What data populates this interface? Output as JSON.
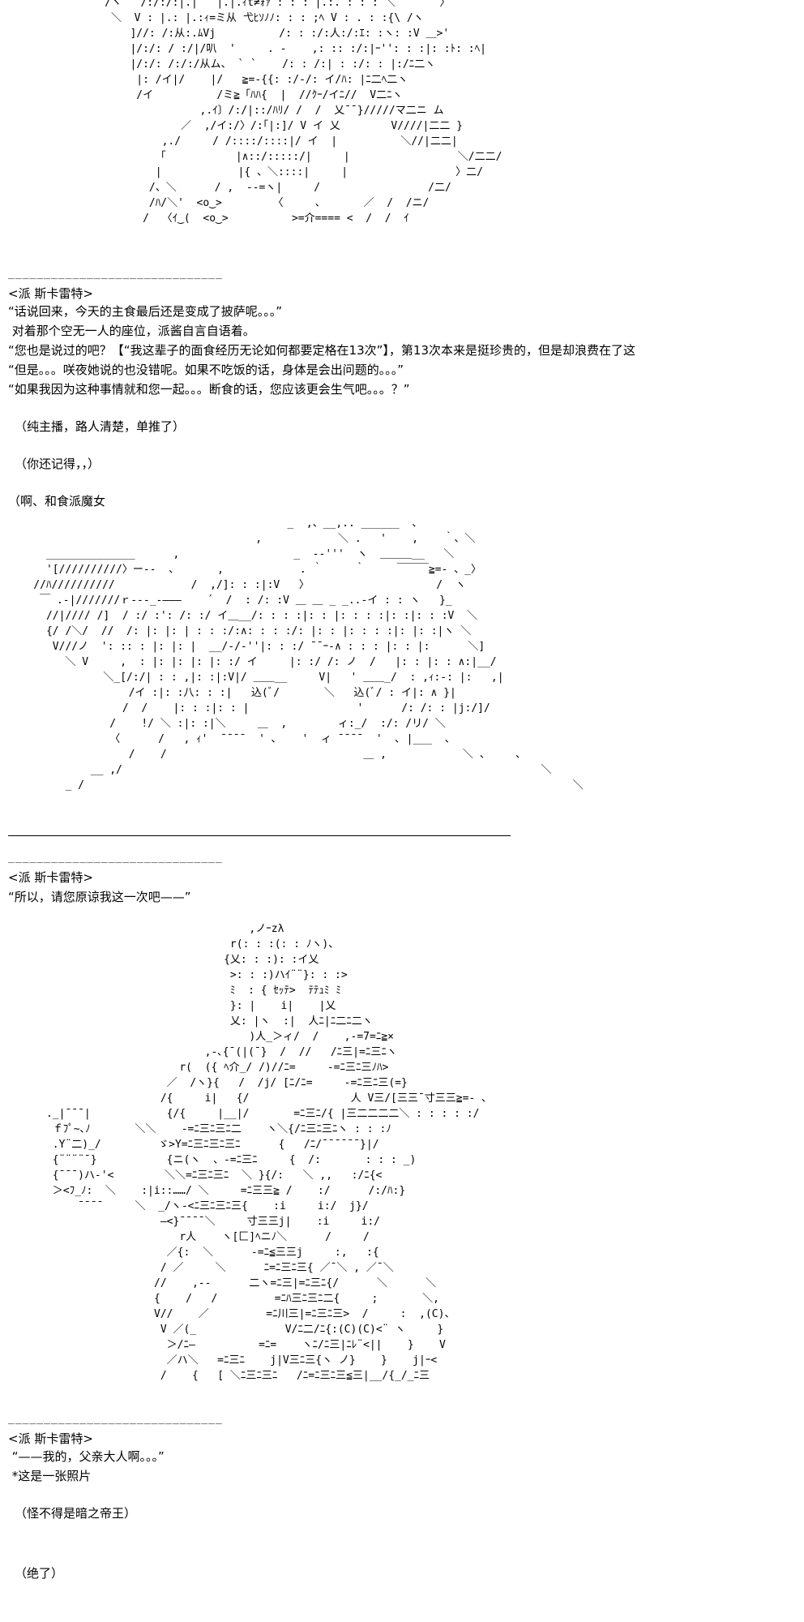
{
  "art": {
    "a1": "     /ヽ   /:/:/:|.|   |.|.ｨt≠ｫｧ : : : |.:. : : : ＼       〉\n      ＼  V : |.: |.:ｨ=ミ从 弋ﾋｿﾉﾉ: : : ;ﾍ V : . : :{\\ /ヽ\n         ]//: /:从:.ﾑVj          /: : :/:人:/:ｴ: :ヽ: :V ＿>'\n         |/:/: / :/|/叭  '     . -    ,: :: :/:|ｰ'': : :|: :ﾄ: :ﾍ|\n         |/:/: /:/:/从ム、 ` `    /: : /:| : :/: : |:/ﾆ二ヽ\n          |: /イ|/    |/   ≧=-{{: :/‐/: イ/ﾊ: |ﾆ二ﾍ二ヽ\n          /イ          /ミ≧「ﾊﾊ{  |  //ｸｰ/イﾆ//  V二ﾆヽ\n                    ,.ｲ〕/:/|::/ﾊﾘ/ /  /  乂¯¯}/////マ二ニ ム\n                 ／  ,/イ:/〉/:｢|:]/ V イ 乂        V////|二二 }\n              ,./     / /::::/::::|/ イ  |          ＼//|二二|\n             「           |∧::/:::::/|     |                 ＼/二二/\n             |            |{ 、＼::::|     |                 〉二/\n            /、＼      / ,  -‐=ヽ|     /                 /二/\n            /ﾊ/＼'  <o‿>        〈     、      ／  /  /ニ/\n           /  〈ｲ‿(  <o‿>          >=介==== <  /  /  ｲ",
    "a2": "                                            _  ,、__,.. ______  、\n                                       ,            ＼ .   '    ,    ｀、＼\n      ______________      ,                  _  -‐'''  ヽ  ＿＿＿__   ＼\n      '[//////////〉ー--  、      ,            . ｀     ｀     ￣￣￣≧=- 、_〉\n    //ﾊ//////////            /  ,/]: : :|:V   〉                    /  ヽ\n     ￣ .-|///////ｒ---_-―――    ´  /  : /: :V ＿ ＿ _ _..-イ : : ヽ   }_\n      //|//// /]  / :/ :': /: :/ イ＿__/: : : :|: : |: : : :|: :|: : :V  ＼\n      {/ /＼/  //  /: |: |: | : : :/:∧: : : :/: |: : |: : : :|: |: :|ヽ ＼\n       V///ノ  ': :: : |: |: |  __/-/-''|: : :/ ¯¯ｰ-∧ : : : |: : |:      ＼]\n         ＼ V     ,  : |: |: |: |: :/ イ     |: :/ /: ノ  /   |: : |: : ∧:|__/\n               ＼_[/:/| : : ,|: :|:V|/ ＿＿__     V|   ' ＿＿_/  : ,ｨ:-: |:   ,|\n                   /イ :|: :八: : :|   込(ﾞ/       ＼   込(ﾞ/ : イ|: ∧ }|\n                  /  /    |: : :|: : |                 '      /: /: : |j:/]/\n                /    !/ ＼ :|: :|＼     ＿  ,        ィ:_/  :/: /リ/ ＼\n                〈      /   , ｨ'  ¯¯¯¯  ' ､    '  ィ ¯¯¯¯  '  ､ |___  、\n                   /    /                               ＿ ,            ＼ 、    、\n             __ ,/                                                                  ＼\n         _ /                                                                             ＼",
    "a3": "                                      ,ノｰzλ\n                                   r(: : :(: : ﾉヽ)、\n                                  {乂: : :): :イ乂\n                                   >: : :)ハｲ¨¨}: : :>\n                                   ﾐ  : { ｾｯﾃ>  ﾃﾃｭﾐ ﾐ\n                                   }: |    i|    |乂\n                                   乂: |ヽ  :|  人ﾆ|ﾆ二ﾆ二ヽ\n                                      )人_＞ィ/  /    ,-=7=ﾆ≧×\n                               ,-､{¯(|(¯}  /  //   /ﾆ三|=ﾆ三ﾆヽ\n                           r(  ({ ﾍ介_/ /)//ﾆ=     -=ﾆ三ﾆ三ﾉﾊ>\n                         ／  /ヽ}{   /  /j/ [ﾆ/ﾆ=     -=ﾆ三ﾆ三(=}\n                        /{     i|   {/                人 V三/[三三¯寸三三≧=- ､\n      ._|¯¯¯|            {/{     |__|/       =ﾆ三ﾆ/{ |三二二二二＼ : : : : :/\n       ｆﾌﾟ~､ﾉ       ＼＼    -=ﾆ三ﾆ三ﾆ二    ヽ＼{/ﾆ三ﾆ三ﾆヽ : : :ﾉ\n       .Y¨二)_/         ゞ>Y=ﾆ三ﾆ三ﾆ三ﾆ      {   /ﾆ/¯¯¯¯¯¯}|/\n       {¨¨¨¨¯}           {ニ(ヽ  、-=ﾆ三ﾆ     {  /:       : : : _)\n       {¯¯¯)ハ-'<        ＼＼=ﾆ三ﾆ三ﾆ  ＼ }{/:   ＼ ,,   :/ﾆ{<\n       ＞<ﾌ_ﾉ:  ＼    :|i::……/ ＼     =ﾆ三三≧ /    :/      /:/ﾊ:}\n           ¯¯¯¯     ＼  _/ヽ-<ﾆ三ﾆ三ﾆ三{    :i     i:/  j}/\n                        ―<}¯¯¯¯＼     寸三三j|    :i     i:/\n                           r人    ヽ[匚]ﾍニﾉ＼      /     /\n                         ／{:  ＼      -=ﾆ≦三三j     :,   :{\n                        / ／     ＼      ﾆ=ﾆ三ﾆ三{ ／¯＼ , ／¯＼\n                       //    ,--      二ヽ=ﾆ三|=ﾆ三ﾆ{/      ＼      ＼\n                       {    /   /         =ﾆﾊ三ﾆ三ﾆ二{     ;       ＼,\n                       V//    ／         =ﾆ川三|=ﾆ三ﾆ三>  /     :  ,(C)、\n                        V ／(_              V/ﾆ二/ﾆ{:(C)(C)<¨ ヽ     }\n                         ＞/ﾆ―          =ﾆ=    ヽﾆ/ﾆ三|ﾆﾚ¨<||    }    V\n                         ／ハ＼   =ﾆ三ﾆ    j|V三ﾆ三{ヽ ノ}    }    j|ｰ<\n                        /    {   [ ＼ﾆ三ﾆ三ﾆ   /ﾆ=ﾆ三ﾆ三≦三|__/{_/_ﾆ三"
  },
  "rules": {
    "r1": "______________________________",
    "r2": "______________________________",
    "r3": "______________________________"
  },
  "text": {
    "s1_speaker": "<派 斯卡雷特>",
    "s1_l1": "“话说回来，今天的主食最后还是变成了披萨呢。。。”",
    "s1_l2": " 对着那个空无一人的座位，派酱自言自语着。",
    "s1_l3": "“您也是说过的吧？【“我这辈子的面食经历无论如何都要定格在13次”】，第13次本来是挺珍贵的，但是却浪费在了这",
    "s1_l4": "“但是。。。咲夜她说的也没错呢。如果不吃饭的话，身体是会出问题的。。。”",
    "s1_l5": "“如果我因为这种事情就和您一起。。。断食的话，您应该更会生气吧。。。？”",
    "c1": "（纯主播，路人清楚，单推了）",
    "c2": "（你还记得，，）",
    "c3": "（啊、和食派魔女",
    "s2_speaker": "<派 斯卡雷特>",
    "s2_l1": "“所以，请您原谅我这一次吧——”",
    "s3_speaker": "<派 斯卡雷特>",
    "s3_l1": " “——我的，父亲大人啊。。。”",
    "s3_l2": " *这是一张照片",
    "c4": "（怪不得是暗之帝王）",
    "c5": "（绝了）"
  }
}
